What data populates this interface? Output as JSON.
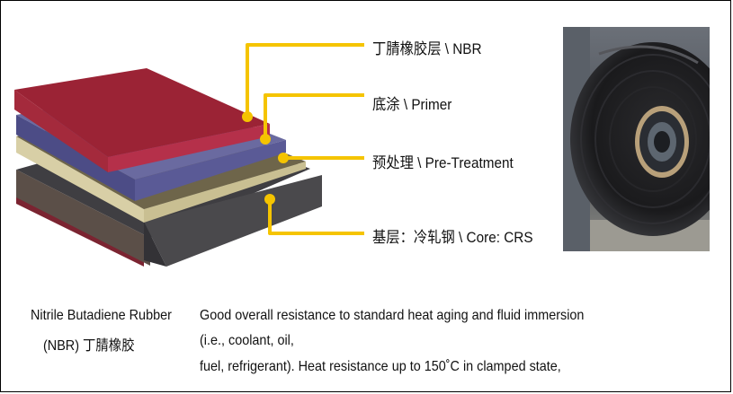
{
  "diagram": {
    "layers": [
      {
        "name": "丁腈橡胶层 \\ NBR",
        "color": "#9b2335"
      },
      {
        "name": "底涂 \\ Primer",
        "color": "#6a6aa0"
      },
      {
        "name": "预处理 \\ Pre-Treatment",
        "color": "#6e654a"
      },
      {
        "name": "基层：冷轧钢 \\ Core: CRS",
        "color": "#4a494c"
      }
    ],
    "leader_color": "#f5c400"
  },
  "photo": {
    "subject": "coil-of-coated-steel-strip"
  },
  "material": {
    "name_line1": "Nitrile Butadiene Rubber",
    "name_line2": "(NBR) 丁腈橡胶",
    "description_lines": [
      "Good overall resistance to standard heat aging and fluid immersion",
      "(i.e., coolant, oil,",
      "fuel, refrigerant). Heat resistance up to 150˚C in clamped state,"
    ]
  }
}
